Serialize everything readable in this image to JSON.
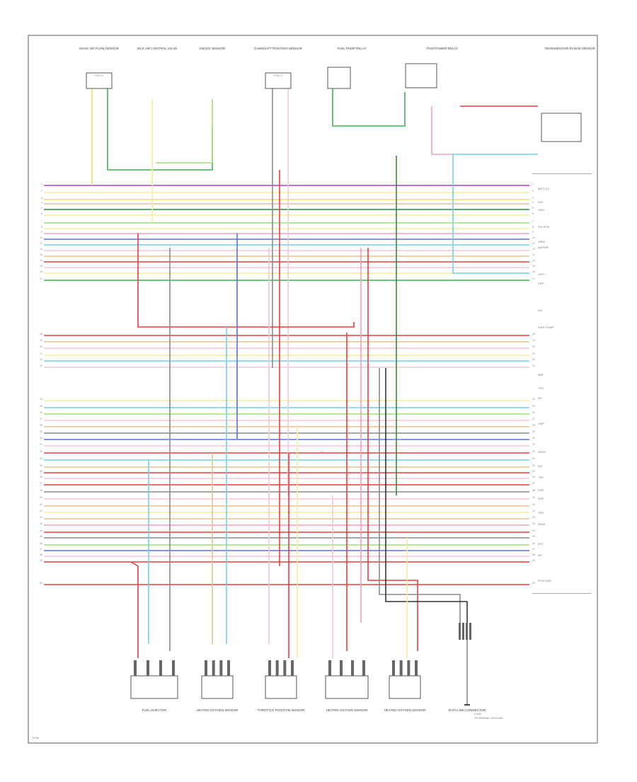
{
  "diagram": {
    "figure_label": "PCM",
    "connector_top_left": "PCM C1",
    "connector_top_right": "PCM C1",
    "connector_mid": "C1",
    "top_components": [
      "MASS AIR FLOW SENSOR",
      "IDLE AIR CONTROL VALVE",
      "KNOCK SENSOR",
      "CAMSHAFT POSITION SENSOR",
      "FUEL PUMP RELAY",
      "PCM POWER RELAY",
      "TRANSMISSION RANGE SENSOR"
    ],
    "bottom_components": [
      "FUEL INJECTOR",
      "HEATED OXYGEN SENSOR",
      "THROTTLE POSITION SENSOR",
      "HEATED OXYGEN SENSOR",
      "HEATED OXYGEN SENSOR",
      "DATA LINK CONNECTOR"
    ],
    "right_labels": [
      "BATT (+)",
      "IGN",
      "GND",
      "SIG RTN",
      "VREF",
      "KAPWR",
      "CKP+",
      "CKP-",
      "IAC",
      "FUEL PUMP",
      "MAF",
      "TPS",
      "KS",
      "CMP",
      "HO2S",
      "INJ",
      "TSS",
      "OSS",
      "SCP",
      "TRS",
      "DATA",
      "ECT",
      "IAT",
      "PCM GND"
    ],
    "ground_label": "G100",
    "ground_note": "TO ENGINE GROUND"
  }
}
